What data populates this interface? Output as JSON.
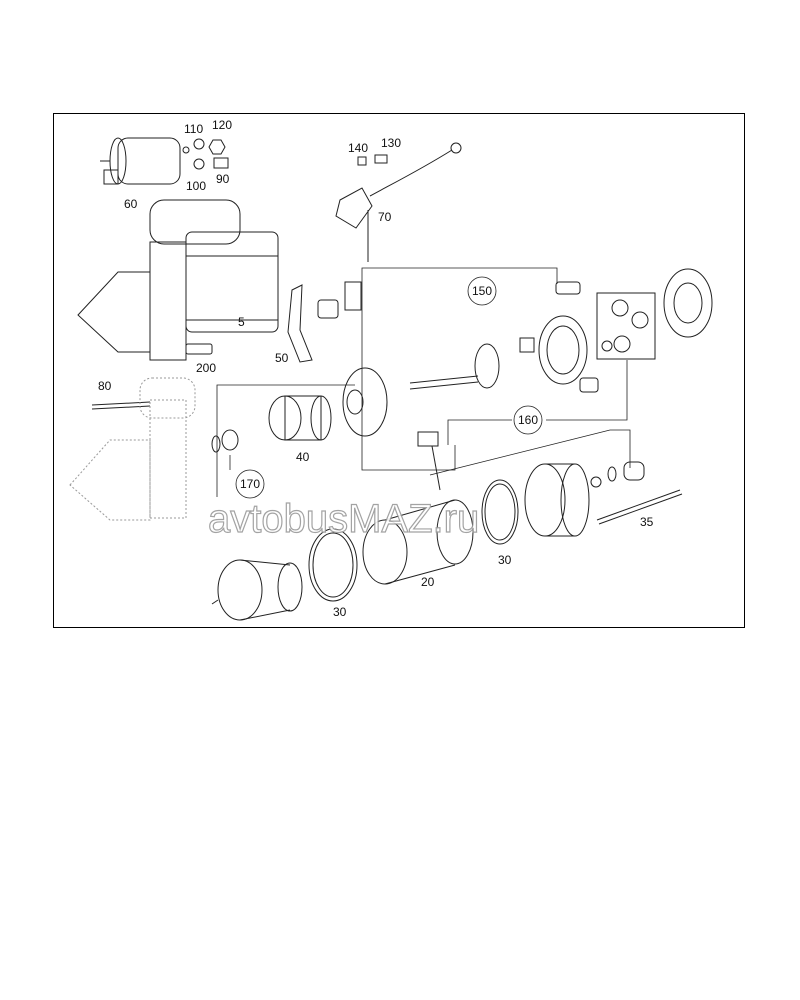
{
  "diagram": {
    "labels": {
      "p110": "110",
      "p120": "120",
      "p100": "100",
      "p90": "90",
      "p60": "60",
      "p140": "140",
      "p130": "130",
      "p70": "70",
      "p5": "5",
      "p50": "50",
      "p200": "200",
      "p150": "150",
      "p80": "80",
      "p40": "40",
      "p160": "160",
      "p170": "170",
      "p35": "35",
      "p30a": "30",
      "p20": "20",
      "p30b": "30"
    },
    "watermark": "avtobusMAZ.ru"
  }
}
